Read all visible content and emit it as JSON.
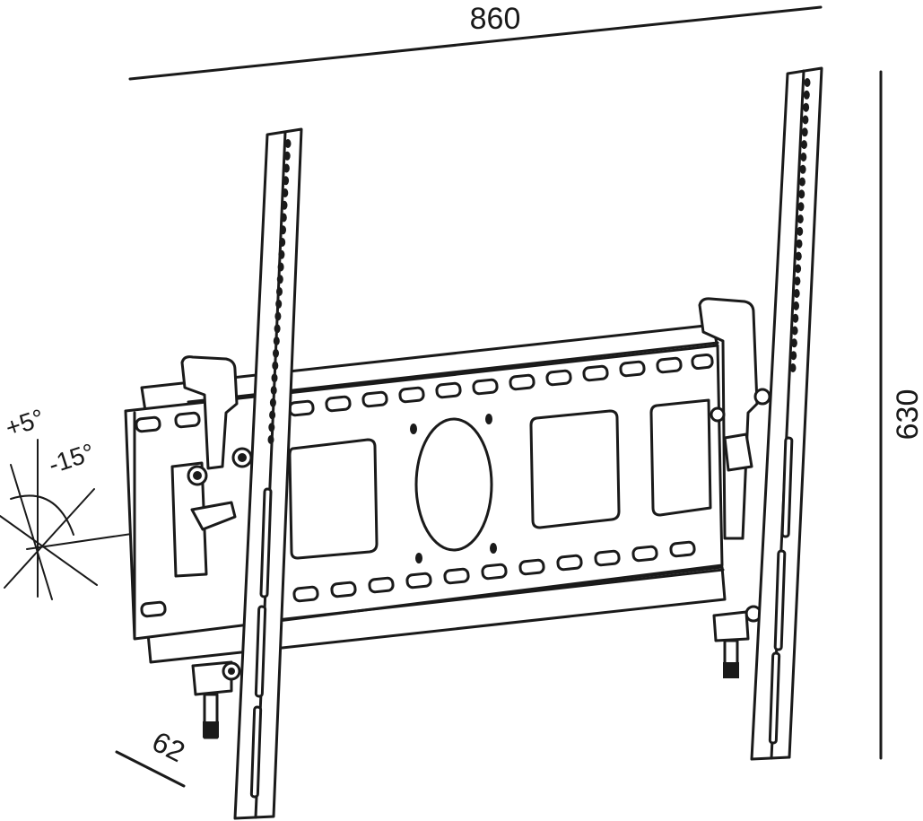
{
  "dimensions": {
    "width": "860",
    "height": "630",
    "depth": "62"
  },
  "tilt": {
    "forward": "+5°",
    "backward": "-15°"
  },
  "colors": {
    "line": "#1a1a1a",
    "background": "#ffffff"
  }
}
